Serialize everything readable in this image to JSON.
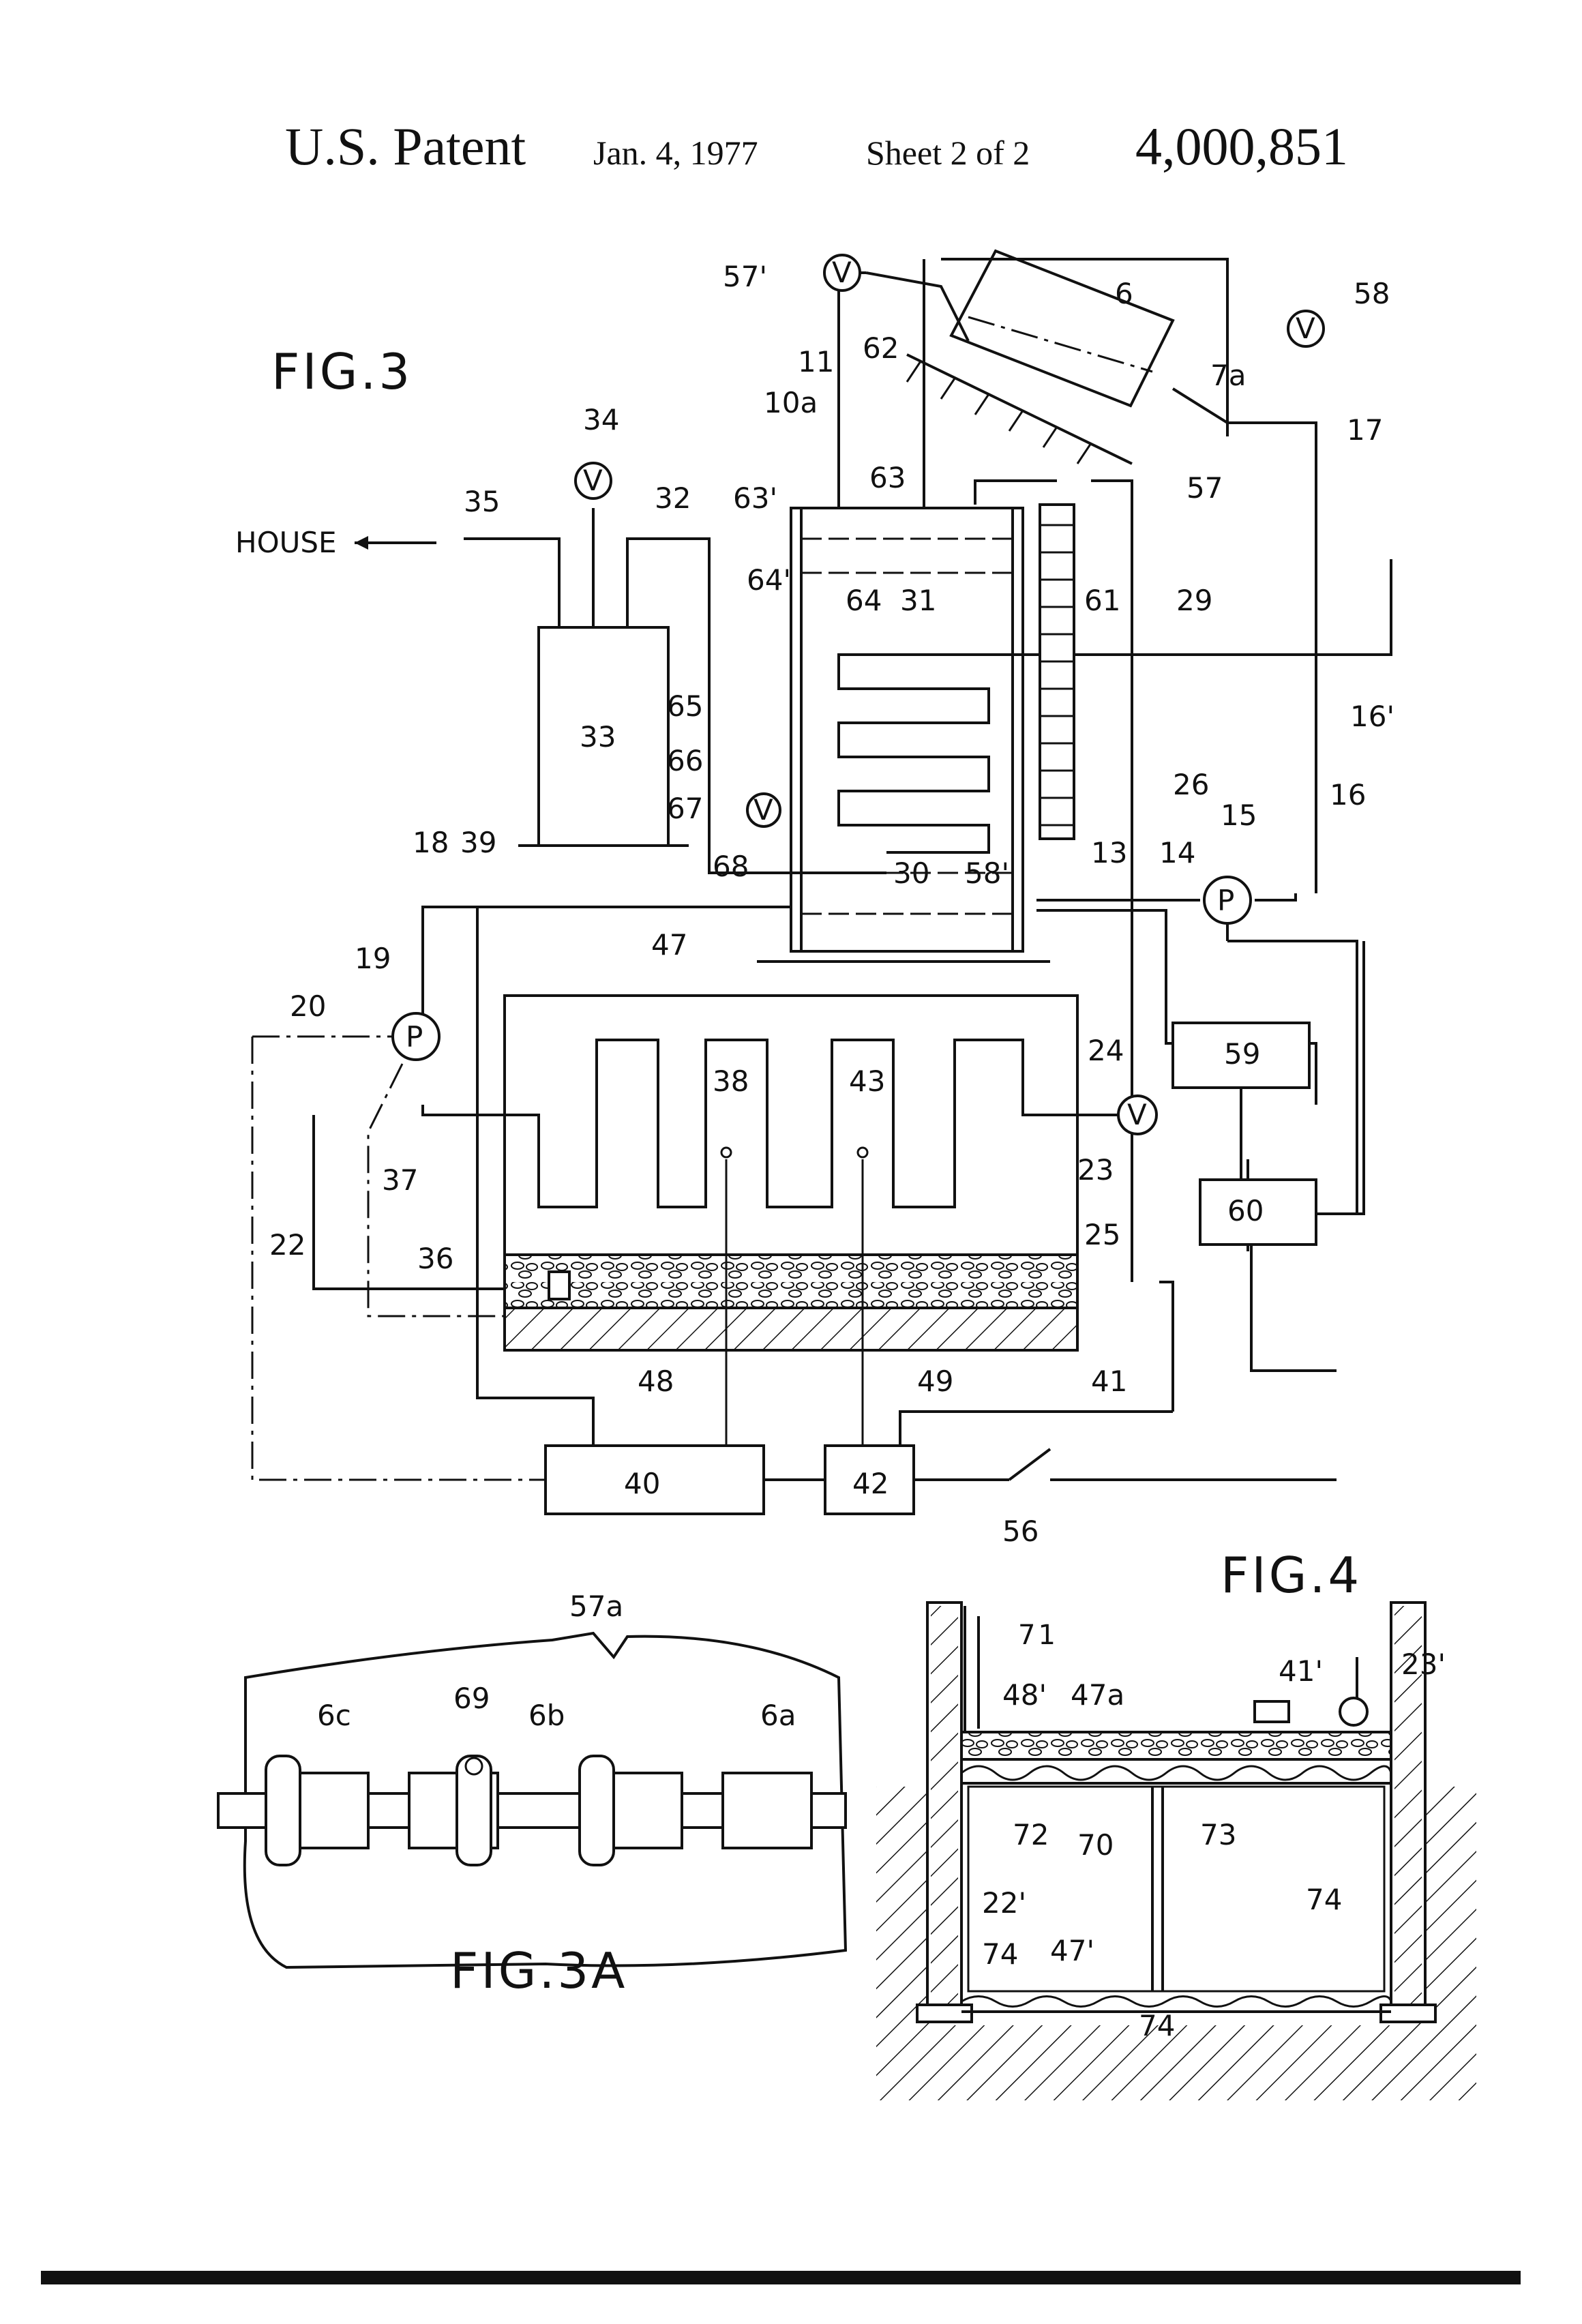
{
  "header": {
    "patent": "U.S. Patent",
    "date": "Jan. 4, 1977",
    "sheet": "Sheet 2 of 2",
    "number": "4,000,851"
  },
  "figures": {
    "fig3": "FIG.3",
    "fig3a": "FIG.3A",
    "fig4": "FIG.4"
  },
  "labels": {
    "house": "HOUSE",
    "l57p": "57'",
    "l6": "6",
    "l58": "58",
    "l11": "11",
    "l62": "62",
    "l7a": "7a",
    "l17": "17",
    "l10a": "10a",
    "l57": "57",
    "l34": "34",
    "l35": "35",
    "l32": "32",
    "l63p": "63'",
    "l63": "63",
    "l64p": "64'",
    "l64": "64",
    "l31": "31",
    "l61": "61",
    "l29": "29",
    "l16p": "16'",
    "l33": "33",
    "l65": "65",
    "l66": "66",
    "l67": "67",
    "l26": "26",
    "l15": "15",
    "l16": "16",
    "l68": "68",
    "l18": "18",
    "l39": "39",
    "l30": "30",
    "l58p": "58'",
    "l13": "13",
    "l14": "14",
    "l47": "47",
    "l19": "19",
    "l20": "20",
    "l38": "38",
    "l43": "43",
    "l24": "24",
    "l59": "59",
    "l23": "23",
    "l37": "37",
    "l25": "25",
    "l60": "60",
    "l22": "22",
    "l36": "36",
    "l48": "48",
    "l49": "49",
    "l41": "41",
    "l40": "40",
    "l42": "42",
    "l56": "56",
    "l57a": "57a",
    "l6c": "6c",
    "l69": "69",
    "l6b": "6b",
    "l6a": "6a",
    "l71": "71",
    "l41p": "41'",
    "l23p": "23'",
    "l48p": "48'",
    "l47a": "47a",
    "l72": "72",
    "l70": "70",
    "l73": "73",
    "l22p": "22'",
    "l74a": "74",
    "l47p": "47'",
    "l74b": "74",
    "l74c": "74",
    "v": "V",
    "p": "P"
  }
}
